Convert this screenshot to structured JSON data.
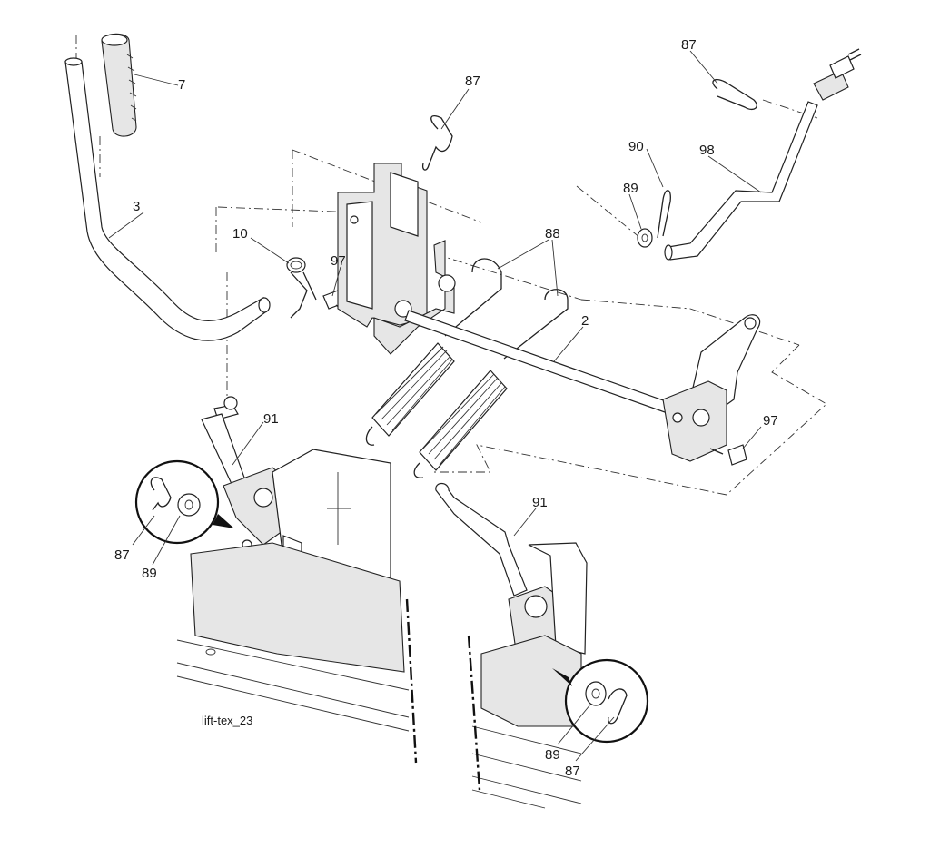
{
  "caption": "lift-tex_23",
  "callouts": [
    {
      "id": "c7",
      "text": "7"
    },
    {
      "id": "c3",
      "text": "3"
    },
    {
      "id": "c10",
      "text": "10"
    },
    {
      "id": "c97a",
      "text": "97"
    },
    {
      "id": "c87a",
      "text": "87"
    },
    {
      "id": "c88",
      "text": "88"
    },
    {
      "id": "c87b",
      "text": "87"
    },
    {
      "id": "c90",
      "text": "90"
    },
    {
      "id": "c98",
      "text": "98"
    },
    {
      "id": "c89a",
      "text": "89"
    },
    {
      "id": "c2",
      "text": "2"
    },
    {
      "id": "c97b",
      "text": "97"
    },
    {
      "id": "c91a",
      "text": "91"
    },
    {
      "id": "c87c",
      "text": "87"
    },
    {
      "id": "c89b",
      "text": "89"
    },
    {
      "id": "c91b",
      "text": "91"
    },
    {
      "id": "c89c",
      "text": "89"
    },
    {
      "id": "c87d",
      "text": "87"
    }
  ]
}
